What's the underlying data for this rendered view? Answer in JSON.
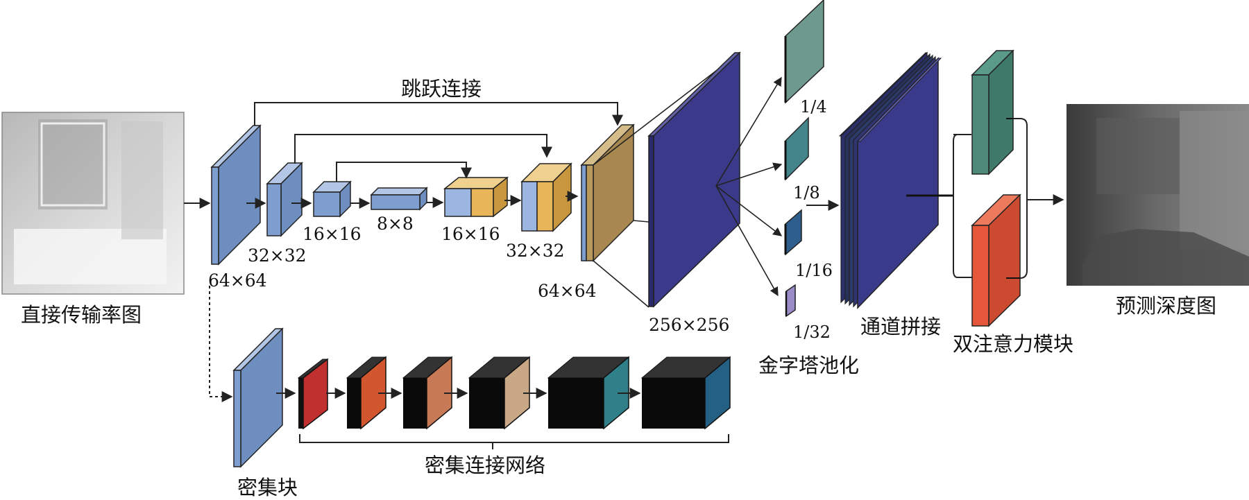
{
  "labels": {
    "transmission_map": "直接传输率图",
    "skip_connection": "跳跃连接",
    "dense_block": "密集块",
    "dense_network": "密集连接网络",
    "pyramid_pooling": "金字塔池化",
    "channel_concat": "通道拼接",
    "dual_attention": "双注意力模块",
    "predicted_depth": "预测深度图"
  },
  "sizes": {
    "s64a": "64×64",
    "s32a": "32×32",
    "s16a": "16×16",
    "s8": "8×8",
    "s16b": "16×16",
    "s32b": "32×32",
    "s64b": "64×64",
    "s256": "256×256"
  },
  "ratios": {
    "r4": "1/4",
    "r8": "1/8",
    "r16": "1/16",
    "r32": "1/32"
  },
  "colors": {
    "encoder_blue": "#7f9ed0",
    "decoder_yellow": "#e8b559",
    "upsample_tan": "#b89a5c",
    "feature_purple": "#3b3a8a",
    "pool_teal": "#6d998f",
    "attention_green": "#3f7a69",
    "attention_red": "#e5563a",
    "dense_colors": [
      "#c0302e",
      "#d2572f",
      "#c87a56",
      "#c9a985",
      "#2f8089",
      "#245f84"
    ]
  }
}
